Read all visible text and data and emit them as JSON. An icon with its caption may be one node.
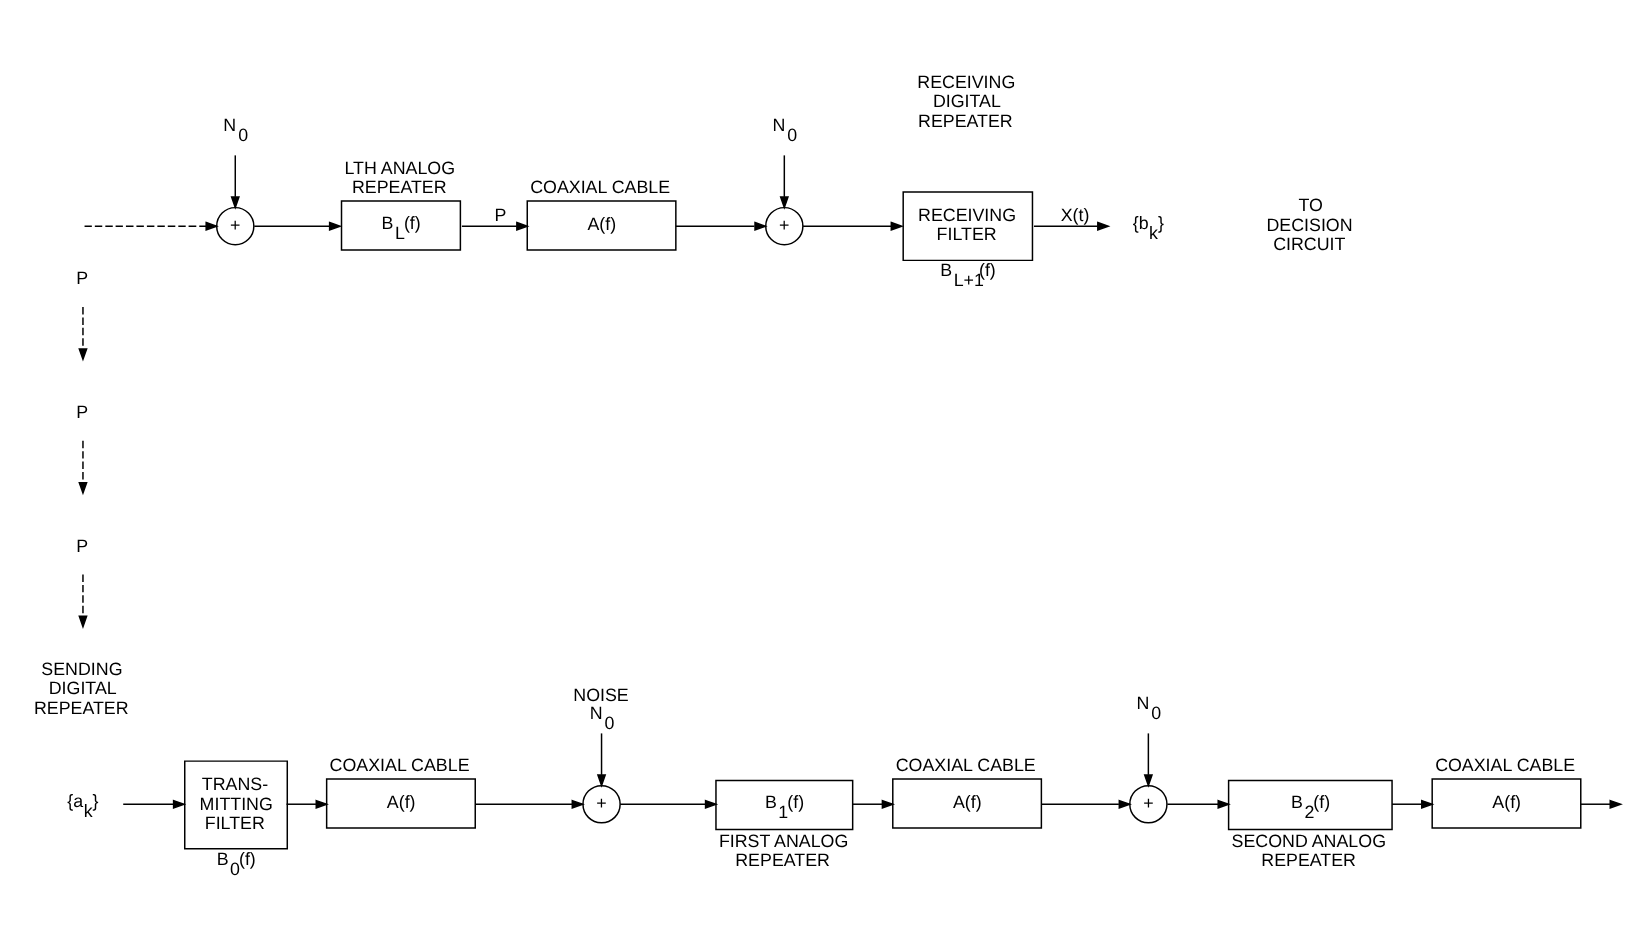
{
  "diagram": {
    "nodes": [
      {
        "text": [
          "{a$_{k}$}"
        ]
      },
      {
        "text": [
          "TRANS- MITTING FILTER"
        ],
        "beside": [
          "B$_{0}$(f)"
        ]
      },
      {
        "text": [
          "P"
        ]
      },
      {
        "text": [
          "A(f)"
        ],
        "beside": [
          "COAXIAL CABLE"
        ]
      },
      {
        "text": [
          "+"
        ]
      },
      {
        "text": [
          "NOISE N$_{0}$"
        ]
      },
      {
        "text": [
          "B$_{1}$(f)"
        ],
        "beside": [
          "FIRST ANALOG REPEATER"
        ]
      },
      {
        "text": [
          "P"
        ]
      },
      {
        "text": [
          "A(f)"
        ],
        "beside": [
          "COAXIAL CABLE"
        ]
      },
      {
        "text": [
          "+"
        ]
      },
      {
        "text": [
          "N$_{0}$"
        ]
      },
      {
        "text": [
          "B$_{2}$(f)"
        ],
        "beside": [
          "SECOND ANALOG REPEATER"
        ]
      },
      {
        "text": [
          "P"
        ]
      },
      {
        "text": [
          "A(f)"
        ],
        "beside": [
          "COAXIAL CABLE"
        ]
      },
      {
        "text": [
          "+"
        ]
      },
      {
        "text": [
          "N$_{0}$"
        ]
      },
      {
        "text": [
          "B$_{L}$(f)"
        ],
        "beside": [
          "LTH ANALOG REPEATER"
        ]
      },
      {
        "text": [
          "A(f)"
        ],
        "beside": [
          "COAXIAL CABLE"
        ]
      },
      {
        "text": [
          "+"
        ]
      },
      {
        "text": [
          "N$_{0}$"
        ]
      },
      {
        "text": [
          "RECEIVING FILTER"
        ],
        "beside": [
          "B$_{L+1}$(f)"
        ]
      },
      {
        "text": [
          "{b$_{k}$}"
        ]
      }
    ],
    "edges": [
      {
        "from": 0,
        "to": 1,
        "arrow": "to"
      },
      {
        "from": 1,
        "to": 3,
        "arrow": "to"
      },
      {
        "from": 2,
        "to": null,
        "arrow": "to",
        "style": "dashed"
      },
      {
        "from": 3,
        "to": 4,
        "arrow": "to"
      },
      {
        "from": 5,
        "to": 4,
        "arrow": "to"
      },
      {
        "from": 4,
        "to": 6,
        "arrow": "to"
      },
      {
        "from": 6,
        "to": 8,
        "arrow": "to"
      },
      {
        "from": 7,
        "to": null,
        "arrow": "to",
        "style": "dashed"
      },
      {
        "from": 8,
        "to": 9,
        "arrow": "to"
      },
      {
        "from": 10,
        "to": 9,
        "arrow": "to"
      },
      {
        "from": 9,
        "to": 11,
        "arrow": "to"
      },
      {
        "from": 11,
        "to": 13,
        "arrow": "to"
      },
      {
        "from": 12,
        "to": null,
        "arrow": "to",
        "style": "dashed"
      },
      {
        "from": 13,
        "to": null,
        "arrow": "to"
      },
      {
        "from": null,
        "to": 14,
        "arrow": "to",
        "style": "dashed"
      },
      {
        "from": 15,
        "to": 14,
        "arrow": "to"
      },
      {
        "from": 14,
        "to": 16,
        "arrow": "to"
      },
      {
        "from": 16,
        "to": 17,
        "label": "P",
        "arrow": "to"
      },
      {
        "from": 17,
        "to": 18,
        "arrow": "to"
      },
      {
        "from": 19,
        "to": 18,
        "arrow": "to"
      },
      {
        "from": 18,
        "to": 20,
        "arrow": "to"
      },
      {
        "from": 20,
        "to": 21,
        "label": "X(t)",
        "arrow": "to"
      }
    ],
    "labels": [
      "SENDING DIGITAL REPEATER",
      "RECEIVING DIGITAL REPEATER",
      "TO DECISION CIRCUIT"
    ]
  }
}
